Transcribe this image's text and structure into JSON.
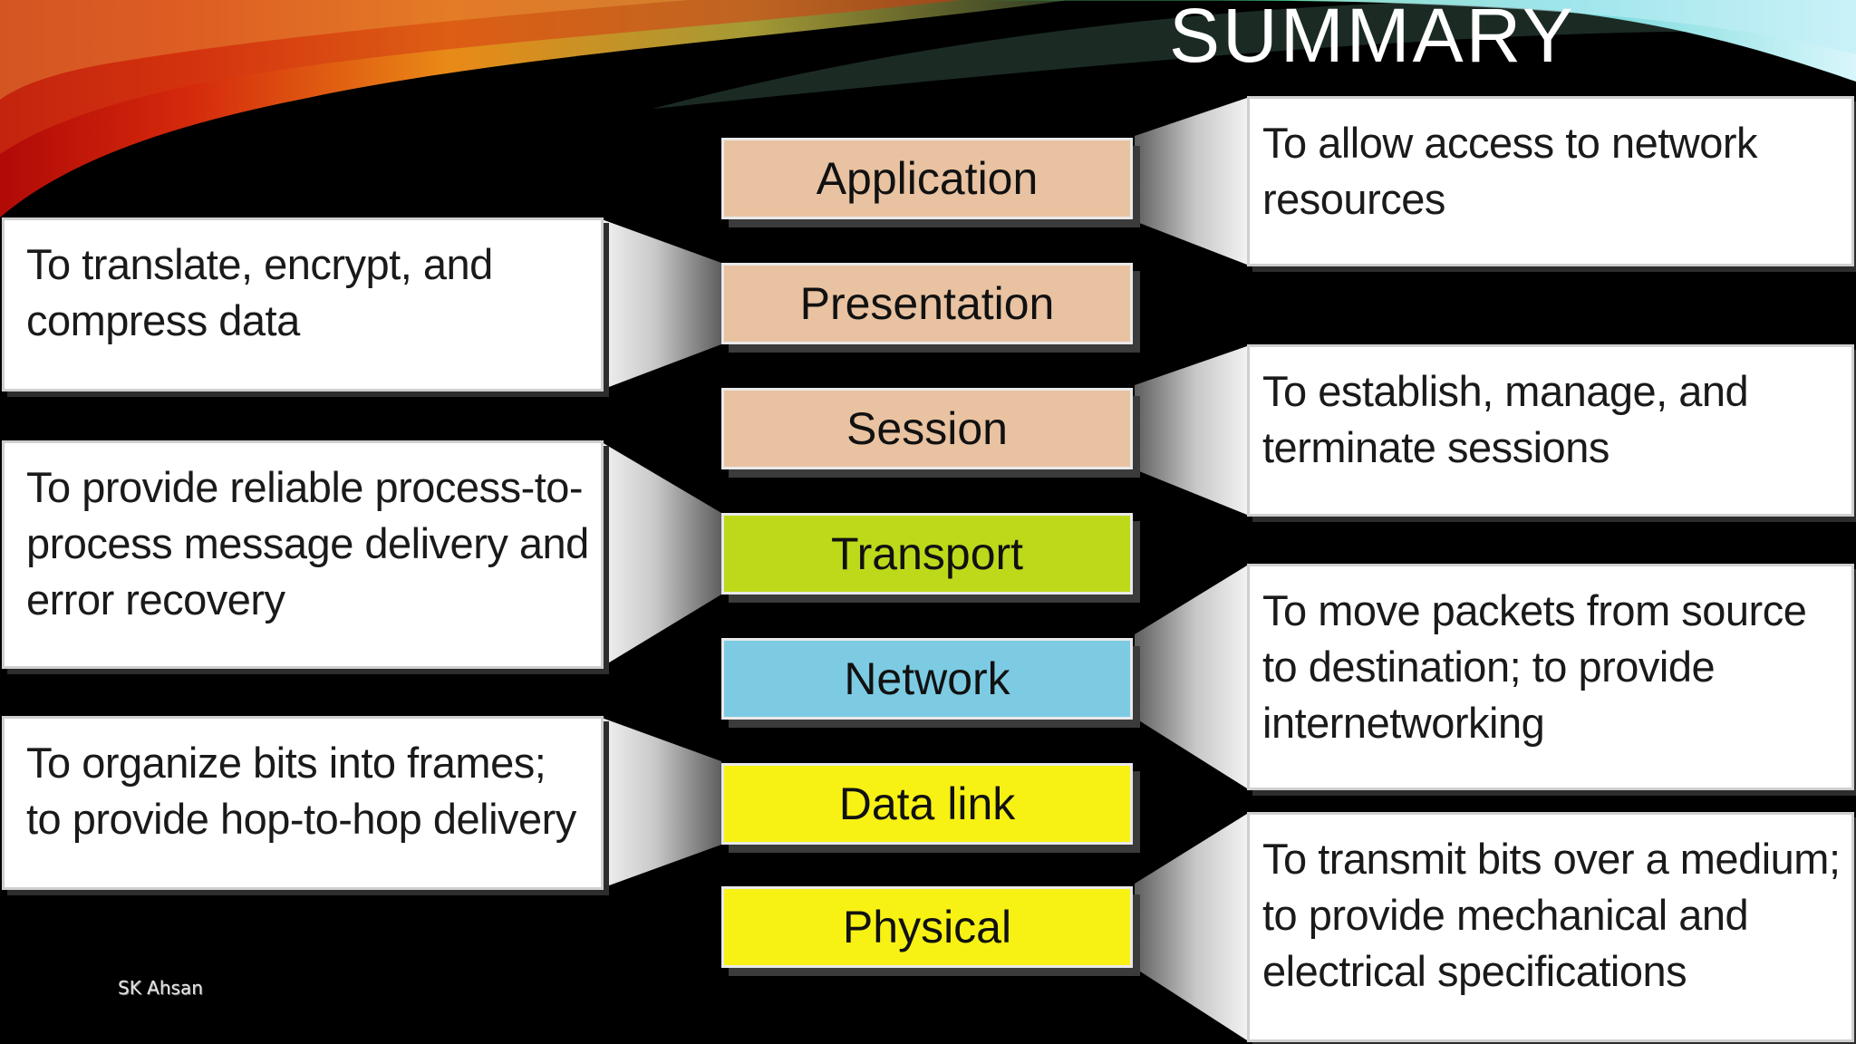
{
  "slide": {
    "title": "SUMMARY",
    "author": "SK Ahsan"
  },
  "layers": [
    {
      "name": "Application",
      "color": "#e8c2a1"
    },
    {
      "name": "Presentation",
      "color": "#e8c2a1"
    },
    {
      "name": "Session",
      "color": "#e8c2a1"
    },
    {
      "name": "Transport",
      "color": "#bdd91a"
    },
    {
      "name": "Network",
      "color": "#7ccbe3"
    },
    {
      "name": "Data link",
      "color": "#f7f214"
    },
    {
      "name": "Physical",
      "color": "#f7f214"
    }
  ],
  "descriptions": {
    "application": "To allow access to network\nresources",
    "presentation": "To translate, encrypt, and\ncompress data",
    "session": "To establish, manage, and\nterminate sessions",
    "transport": "To provide reliable process-to-\nprocess message delivery and\nerror recovery",
    "network": "To move packets from source\nto destination; to provide\ninternetworking",
    "data_link": "To organize bits into frames;\nto provide hop-to-hop delivery",
    "physical": "To transmit bits over a medium;\nto provide mechanical and\nelectrical specifications"
  },
  "colors": {
    "background": "#000000",
    "peach": "#e8c2a1",
    "green": "#bdd91a",
    "blue": "#7ccbe3",
    "yellow": "#f7f214",
    "callout": "#ffffff"
  }
}
